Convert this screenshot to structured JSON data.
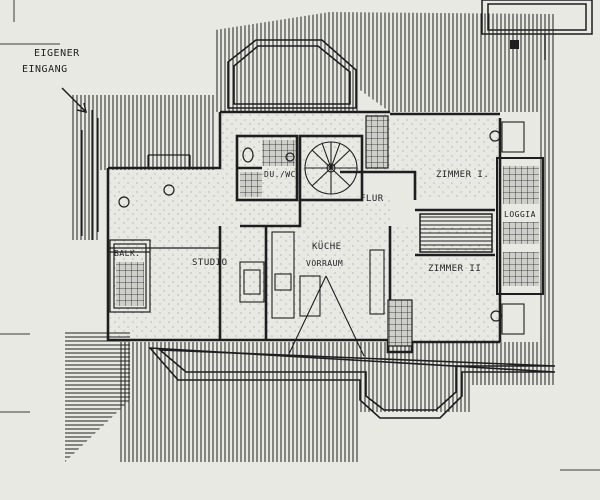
{
  "labels": {
    "eigener": "EIGENER",
    "eingang": "EINGANG",
    "du_wc": "DU./WC",
    "flur": "FLUR",
    "zimmer1": "ZIMMER I.",
    "loggia": "LOGGIA",
    "kueche": "KÜCHE",
    "vorraum": "VORRAUM",
    "studio": "STUDIO",
    "balk": "BALK.",
    "zimmer2": "ZIMMER II"
  },
  "colors": {
    "paper": "#e9e9e4",
    "ink": "#1e1e1e",
    "floor_dots": "#9a9a96"
  }
}
